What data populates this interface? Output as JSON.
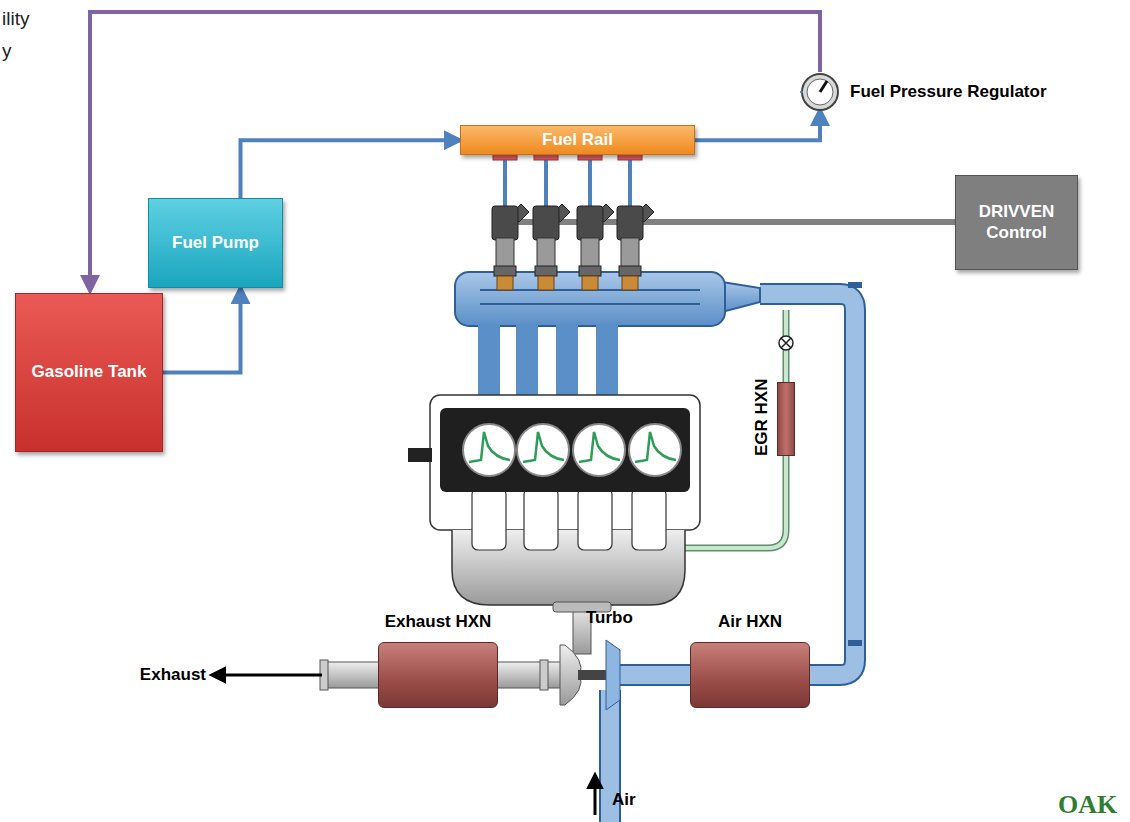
{
  "diagram": {
    "nodes": [
      {
        "text": [
          "Fuel Pressure Regulator"
        ]
      },
      {
        "text": [
          "Fuel Rail"
        ]
      },
      {
        "text": [
          "Fuel Pump"
        ]
      },
      {
        "text": [
          "DRIVVEN Control"
        ]
      },
      {
        "text": [
          "Gasoline Tank"
        ]
      },
      {
        "text": [
          "EGR HXN"
        ]
      },
      {
        "text": [
          "Exhaust HXN"
        ]
      },
      {
        "text": [
          "Air HXN"
        ]
      }
    ],
    "edges": [
      {
        "from": 4,
        "to": 2,
        "arrow": "to"
      },
      {
        "from": 2,
        "to": 1,
        "arrow": "to"
      },
      {
        "from": 1,
        "to": 0,
        "arrow": "to"
      },
      {
        "from": 0,
        "to": 4,
        "arrow": "to"
      }
    ],
    "labels": [
      "ility",
      "y",
      "Turbo",
      "Exhaust",
      "Air",
      "OAK"
    ]
  }
}
